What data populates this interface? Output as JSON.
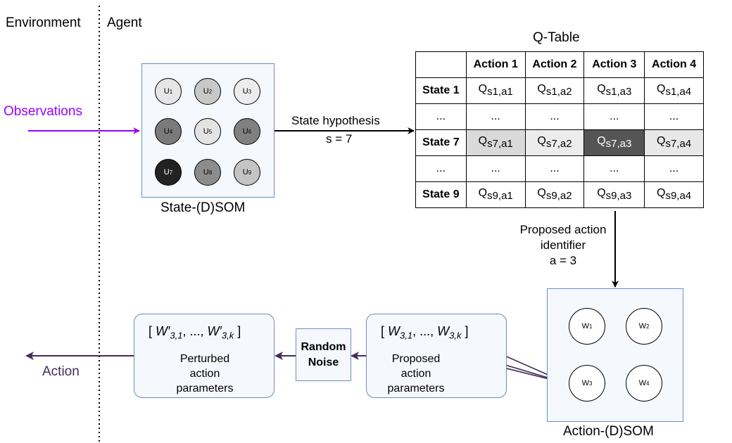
{
  "labels": {
    "environment": "Environment",
    "agent": "Agent",
    "observations": "Observations",
    "action": "Action",
    "state_som": "State-(D)SOM",
    "action_som": "Action-(D)SOM",
    "qtable_title": "Q-Table",
    "state_hypothesis": "State hypothesis",
    "s_value": "s = 7",
    "proposed_action_id": "Proposed action\nidentifier\na = 3",
    "random_noise": "Random\nNoise",
    "perturbed": "Perturbed\naction\nparameters",
    "proposed_params": "Proposed\naction\nparameters"
  },
  "state_units": [
    {
      "main": "U",
      "sub": "1",
      "fill": "#e6e6e6"
    },
    {
      "main": "U",
      "sub": "2",
      "fill": "#c8c8c8"
    },
    {
      "main": "U",
      "sub": "3",
      "fill": "#ececec"
    },
    {
      "main": "U",
      "sub": "4",
      "fill": "#7a7a7a"
    },
    {
      "main": "U",
      "sub": "5",
      "fill": "#e3e3e3"
    },
    {
      "main": "U",
      "sub": "6",
      "fill": "#808080"
    },
    {
      "main": "U",
      "sub": "7",
      "fill": "#222222",
      "light": true
    },
    {
      "main": "U",
      "sub": "8",
      "fill": "#8c8c8c"
    },
    {
      "main": "U",
      "sub": "9",
      "fill": "#c4c4c4"
    }
  ],
  "action_units": [
    {
      "main": "W",
      "sub": "1"
    },
    {
      "main": "W",
      "sub": "2"
    },
    {
      "main": "W",
      "sub": "3"
    },
    {
      "main": "W",
      "sub": "4"
    }
  ],
  "qtable": {
    "headers": [
      "",
      "Action 1",
      "Action 2",
      "Action 3",
      "Action 4"
    ],
    "rows": [
      {
        "label": "State 1",
        "cells": [
          "s1,a1",
          "s1,a2",
          "s1,a3",
          "s1,a4"
        ],
        "fills": [
          "",
          "",
          "",
          ""
        ]
      },
      {
        "label": "...",
        "cells": [
          "...",
          "...",
          "...",
          "..."
        ],
        "fills": [
          "",
          "",
          "",
          ""
        ]
      },
      {
        "label": "State 7",
        "cells": [
          "s7,a1",
          "s7,a2",
          "s7,a3",
          "s7,a4"
        ],
        "fills": [
          "#d9d9d9",
          "#ececec",
          "#555555",
          "#e8e8e8"
        ]
      },
      {
        "label": "...",
        "cells": [
          "...",
          "...",
          "...",
          "..."
        ],
        "fills": [
          "",
          "",
          "",
          ""
        ]
      },
      {
        "label": "State 9",
        "cells": [
          "s9,a1",
          "s9,a2",
          "s9,a3",
          "s9,a4"
        ],
        "fills": [
          "",
          "",
          "",
          ""
        ]
      }
    ],
    "q_letter": "Q"
  },
  "vectors": {
    "perturbed": {
      "open": "[ ",
      "sym": "W′",
      "sub1": "3,1",
      "mid": ", ..., ",
      "sub2": "3,k",
      "close": " ]"
    },
    "proposed": {
      "open": "[ ",
      "sym": "W",
      "sub1": "3,1",
      "mid": ", ..., ",
      "sub2": "3,k",
      "close": " ]"
    }
  },
  "colors": {
    "observations": "#9900ff",
    "action": "#432d57",
    "box_border": "#6c8ebf",
    "box_fill": "#f5f8fc"
  }
}
